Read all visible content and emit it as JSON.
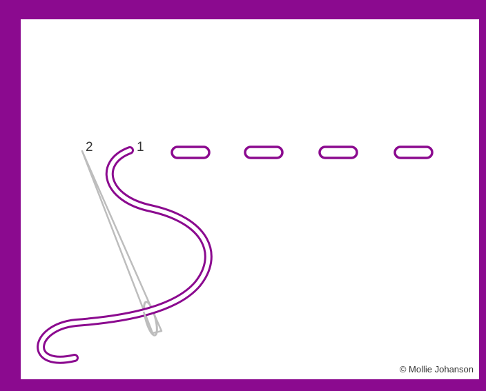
{
  "diagram": {
    "step_labels": {
      "first": "1",
      "second": "2"
    },
    "credit": "© Mollie Johanson",
    "colors": {
      "frame": "#8b0a8f",
      "thread": "#8b0a8f",
      "needle": "#bdbdbd",
      "background": "#ffffff"
    },
    "stitch_count": 4
  }
}
